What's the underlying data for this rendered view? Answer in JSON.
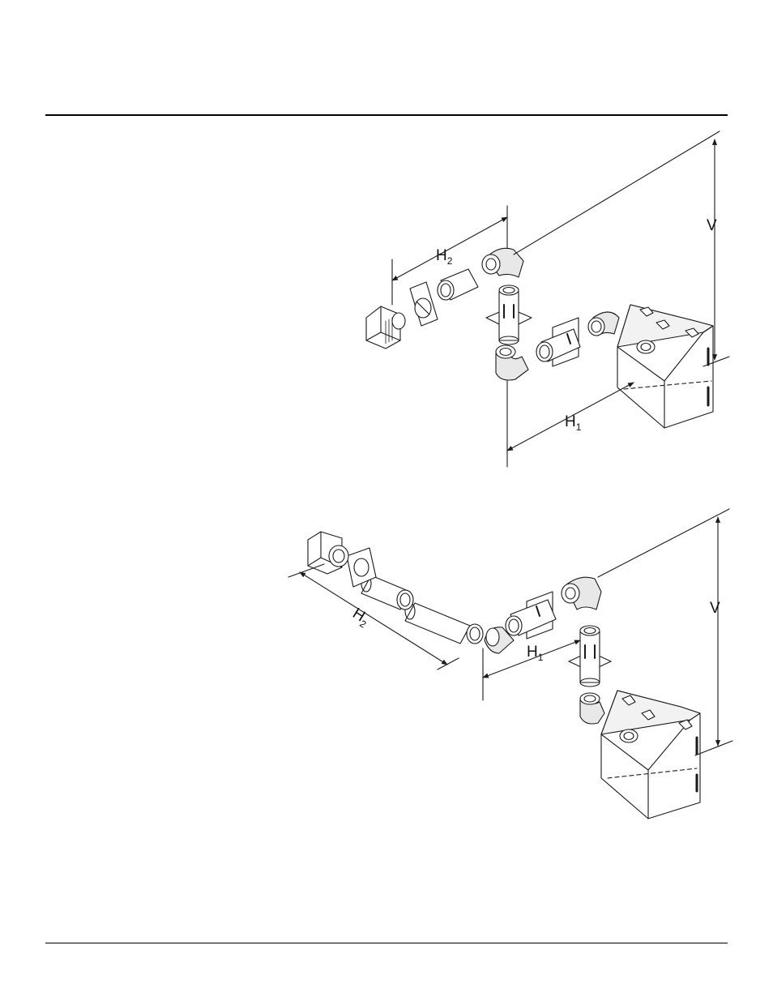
{
  "diagrams": [
    {
      "id": "top",
      "labels": {
        "h2": "H",
        "h2_sub": "2",
        "h1": "H",
        "h1_sub": "1",
        "v": "V"
      }
    },
    {
      "id": "bottom",
      "labels": {
        "h2": "H",
        "h2_sub": "2",
        "h1": "H",
        "h1_sub": "1",
        "v": "V"
      }
    }
  ],
  "colors": {
    "line": "#1a1a1a",
    "fill": "#ffffff",
    "shade": "#d9d9d9"
  }
}
